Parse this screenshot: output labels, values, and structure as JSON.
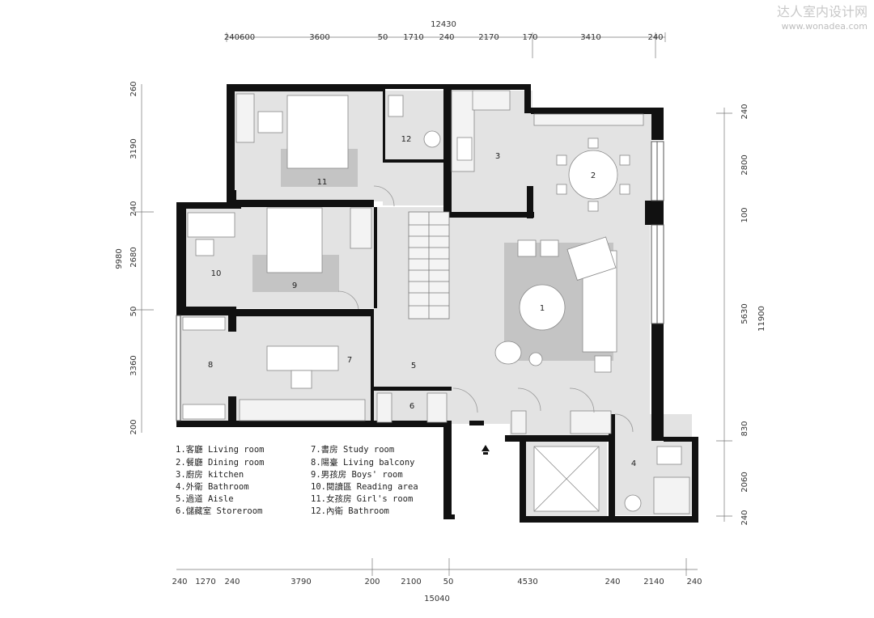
{
  "watermark": {
    "name": "达人室内设计网",
    "url": "www.wonadea.com"
  },
  "dimensions": {
    "top_total": "12430",
    "top": [
      "240600",
      "3600",
      "50",
      "1710",
      "240",
      "2170",
      "170",
      "3410",
      "240"
    ],
    "bottom_total": "15040",
    "bottom": [
      "240",
      "1270",
      "240",
      "3790",
      "200",
      "2100",
      "50",
      "4530",
      "240",
      "2140",
      "240"
    ],
    "left_total": "9980",
    "left": [
      "260",
      "3190",
      "240",
      "2680",
      "50",
      "3360",
      "200"
    ],
    "right_total": "11900",
    "right": [
      "240",
      "2800",
      "100",
      "5630",
      "830",
      "2060",
      "240"
    ]
  },
  "rooms": {
    "r1": "1",
    "r2": "2",
    "r3": "3",
    "r4": "4",
    "r5": "5",
    "r6": "6",
    "r7": "7",
    "r8": "8",
    "r9": "9",
    "r10": "10",
    "r11": "11",
    "r12": "12"
  },
  "legend": [
    "1.客廳 Living room",
    "2.餐廳 Dining room",
    "3.廚房 kitchen",
    "4.外衛 Bathroom",
    "5.過道 Aisle",
    "6.儲藏室 Storeroom",
    "7.書房 Study room",
    "8.陽臺 Living balcony",
    "9.男孩房 Boys' room",
    "10.閱讀區 Reading area",
    "11.女孩房 Girl's room",
    "12.內衛 Bathroom"
  ],
  "colors": {
    "wall": "#111111",
    "floor": "#e3e3e3",
    "rug": "#c4c4c4",
    "furniture": "#ffffff"
  }
}
